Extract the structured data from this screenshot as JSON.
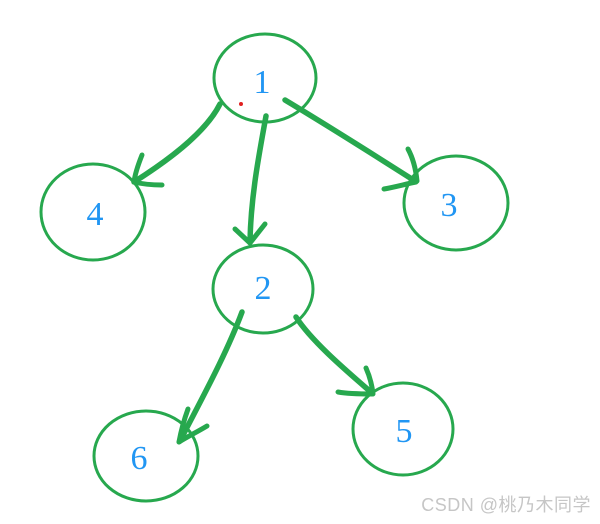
{
  "diagram": {
    "type": "hand-drawn-tree",
    "nodes": [
      {
        "id": "1",
        "label": "1",
        "role": "root"
      },
      {
        "id": "4",
        "label": "4",
        "role": "child-of-1"
      },
      {
        "id": "3",
        "label": "3",
        "role": "child-of-1"
      },
      {
        "id": "2",
        "label": "2",
        "role": "child-of-1"
      },
      {
        "id": "6",
        "label": "6",
        "role": "child-of-2"
      },
      {
        "id": "5",
        "label": "5",
        "role": "child-of-2"
      }
    ],
    "edges": [
      {
        "from": "1",
        "to": "4"
      },
      {
        "from": "1",
        "to": "2"
      },
      {
        "from": "1",
        "to": "3"
      },
      {
        "from": "2",
        "to": "6"
      },
      {
        "from": "2",
        "to": "5"
      }
    ]
  },
  "colors": {
    "stroke_green": "#27a84e",
    "label_blue": "#2196f3",
    "red_dot": "#e02020",
    "watermark_gray": "#c6c6c6"
  },
  "watermark": {
    "text": "CSDN @桃乃木同学"
  }
}
